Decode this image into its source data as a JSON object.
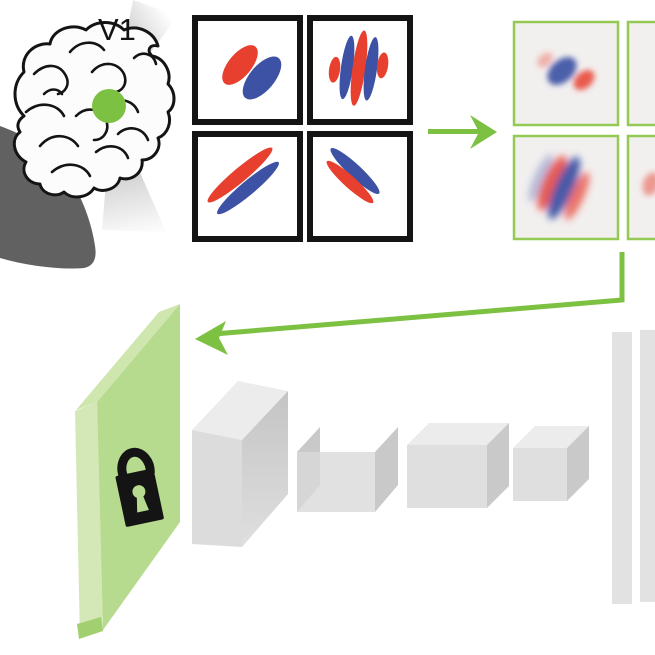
{
  "labels": {
    "v1": "V1"
  },
  "colors": {
    "accent_green": "#7cc141",
    "green_border": "#94ca54",
    "slab_front": "#b7db8e",
    "slab_side": "#d3e8b6",
    "slab_bevel": "#cfe6ae",
    "slab_edge": "#a2cf70",
    "red": "#e8402f",
    "blue": "#3d52a5",
    "silhouette": "#616161",
    "ink": "#141414",
    "gray_top": "#ececec",
    "gray_front": "#d9d9d9",
    "gray_side": "#c9c9c9",
    "bar_gray": "#e2e2e2",
    "filter_bg": "#f2f0ef",
    "brain_fill": "#fcfcfc"
  },
  "idealized_filter_grid": {
    "rows": 2,
    "cols": 2,
    "frame": "black",
    "cells": [
      "two thick diagonal blobs, red upper-left / blue lower-right, tilted -50 deg",
      "five alternating vertical stripes red-blue-red-blue-red, tilted 8 deg",
      "thin parallel diagonal pair, red above blue, tilted -40 deg",
      "thin parallel diagonal pair, blue above red, tilted +43 deg"
    ]
  },
  "learned_filter_grid": {
    "rows": 2,
    "cols": 2,
    "frame": "green",
    "clipped_at_right_edge": true,
    "cells": [
      "blurred blue blob with red flank, tilted -42 deg",
      "empty (clipped)",
      "blurred diagonal stripes red-blue-red, tilted 24 deg",
      "faint red blob (clipped)"
    ]
  },
  "network": {
    "input_layer": "green slab with black padlock (frozen V1 weights)",
    "gray_blocks": 4,
    "fc_bars": 2
  }
}
